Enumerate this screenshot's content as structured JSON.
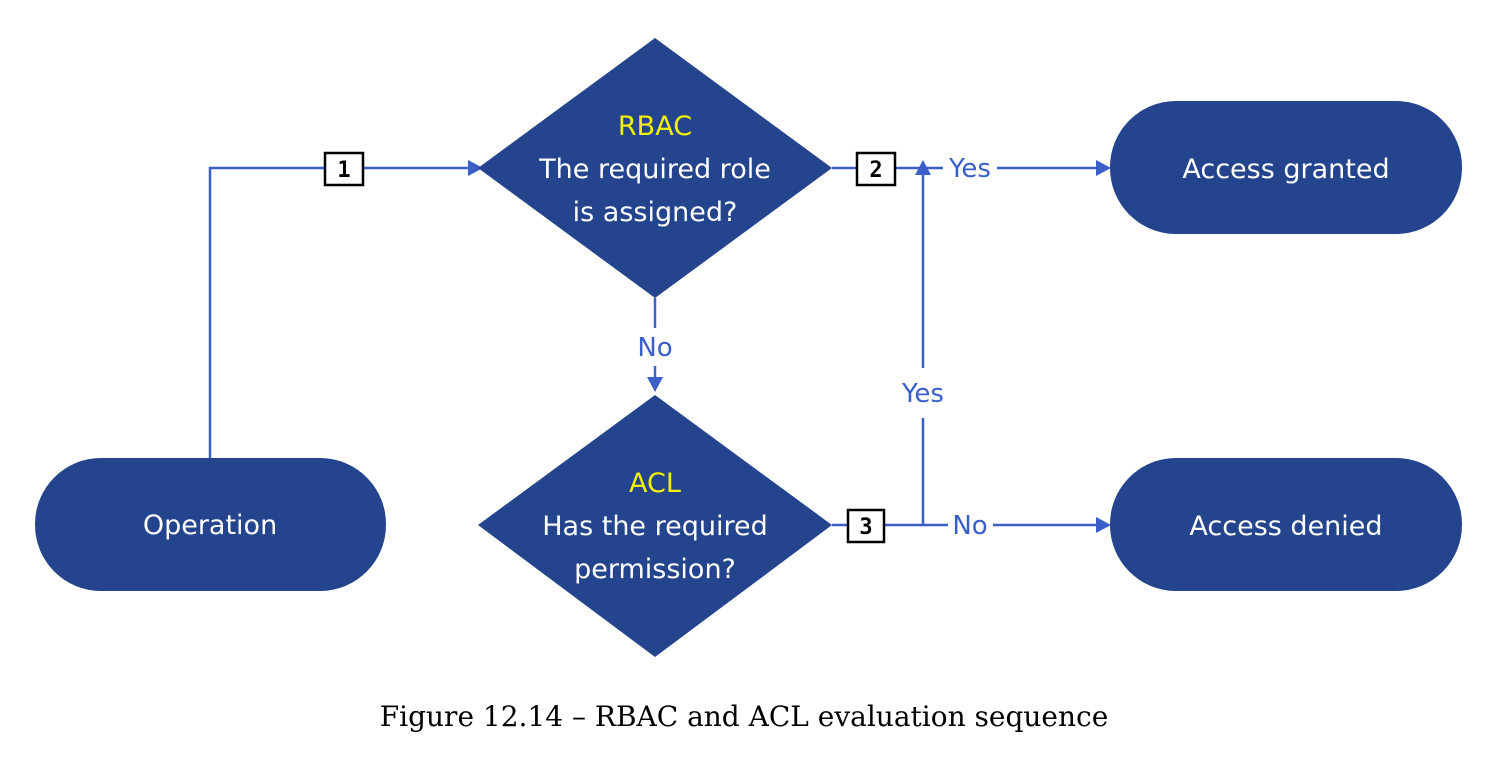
{
  "colors": {
    "shape_fill": "#24448e",
    "line": "#3a5fc8",
    "title_yellow": "#f2f200",
    "text_white": "#ffffff"
  },
  "nodes": {
    "operation": {
      "label": "Operation"
    },
    "rbac": {
      "title": "RBAC",
      "line1": "The required role",
      "line2": "is assigned?"
    },
    "acl": {
      "title": "ACL",
      "line1": "Has the required",
      "line2": "permission?"
    },
    "granted": {
      "label": "Access granted"
    },
    "denied": {
      "label": "Access denied"
    }
  },
  "steps": [
    "1",
    "2",
    "3"
  ],
  "edges": {
    "rbac_yes": "Yes",
    "rbac_no": "No",
    "acl_yes": "Yes",
    "acl_no": "No"
  },
  "caption": "Figure 12.14 – RBAC and ACL evaluation sequence"
}
